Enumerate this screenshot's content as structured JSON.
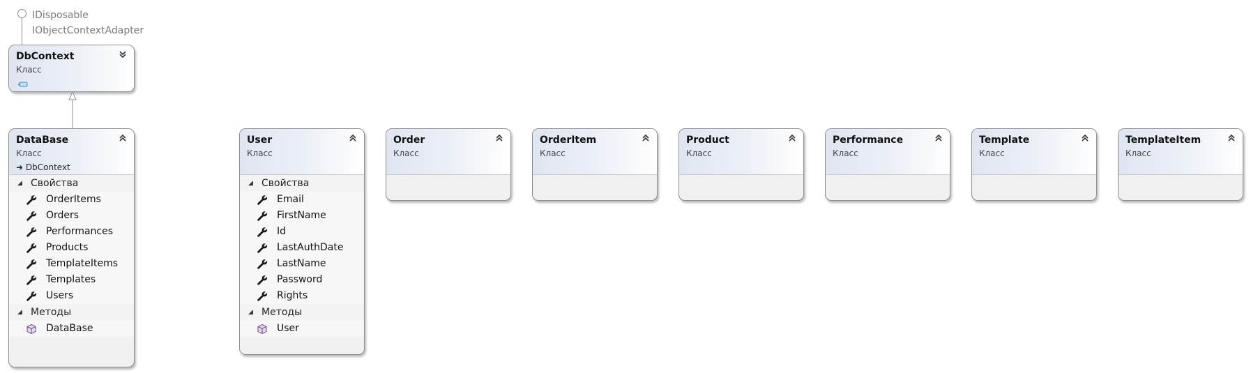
{
  "interface": {
    "line1": "IDisposable",
    "line2": "IObjectContextAdapter"
  },
  "dbcontext": {
    "name": "DbContext",
    "kind": "Класс"
  },
  "database": {
    "name": "DataBase",
    "kind": "Класс",
    "base": "DbContext",
    "properties_label": "Свойства",
    "properties": [
      "OrderItems",
      "Orders",
      "Performances",
      "Products",
      "TemplateItems",
      "Templates",
      "Users"
    ],
    "methods_label": "Методы",
    "methods": [
      "DataBase"
    ]
  },
  "user": {
    "name": "User",
    "kind": "Класс",
    "properties_label": "Свойства",
    "properties": [
      "Email",
      "FirstName",
      "Id",
      "LastAuthDate",
      "LastName",
      "Password",
      "Rights"
    ],
    "methods_label": "Методы",
    "methods": [
      "User"
    ]
  },
  "classes": [
    {
      "name": "Order",
      "kind": "Класс"
    },
    {
      "name": "OrderItem",
      "kind": "Класс"
    },
    {
      "name": "Product",
      "kind": "Класс"
    },
    {
      "name": "Performance",
      "kind": "Класс"
    },
    {
      "name": "Template",
      "kind": "Класс"
    },
    {
      "name": "TemplateItem",
      "kind": "Класс"
    }
  ],
  "icons": {
    "property": "wrench-icon",
    "method": "cube-icon",
    "collapse": "chevron-up-icon",
    "expand": "chevron-down-icon"
  },
  "colors": {
    "border": "#8e8e8e",
    "header_start": "#dfe5f1",
    "body": "#f0f0f0"
  }
}
